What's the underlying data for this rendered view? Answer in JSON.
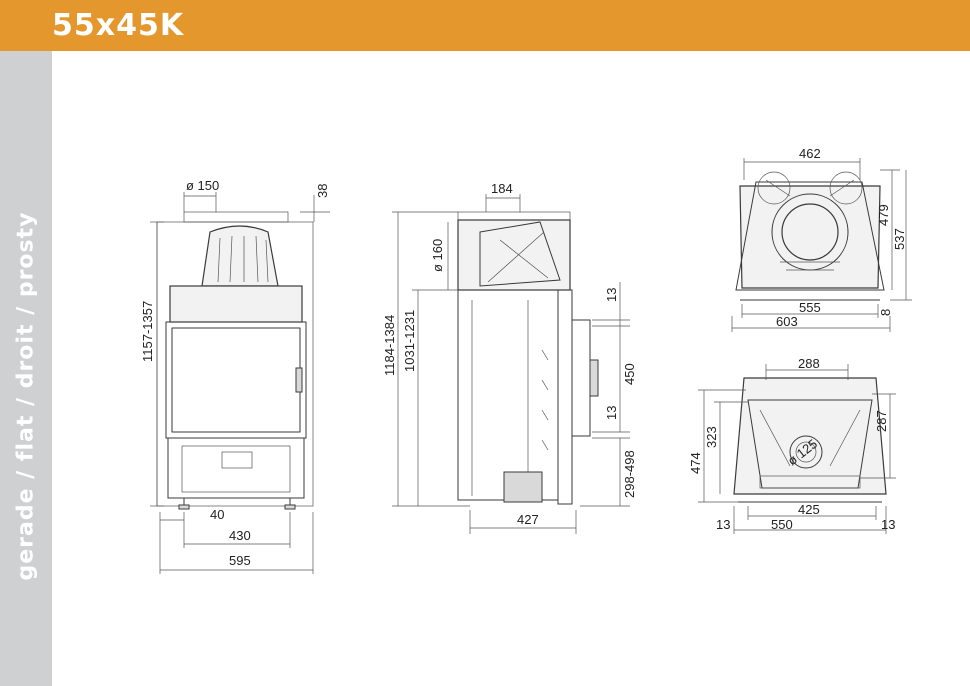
{
  "header": {
    "title": "55x45K",
    "color": "#e3972d"
  },
  "sidebar": {
    "label": "gerade / flat / droit / prosty",
    "color": "#cfd0d2"
  },
  "dimensions": {
    "front": {
      "flue": "ø 150",
      "top": "38",
      "height": "1157-1357",
      "feet": "40",
      "inner": "430",
      "width": "595"
    },
    "side": {
      "flue": "184",
      "flue_diam": "ø 160",
      "total": "1184-1384",
      "lower": "1031-1231",
      "d13a": "13",
      "d450": "450",
      "d13b": "13",
      "d298": "298-498",
      "depth": "427"
    },
    "top_view": {
      "w462": "462",
      "h479": "479",
      "h537": "537",
      "w555": "555",
      "w603": "603",
      "d8": "8"
    },
    "bottom_view": {
      "w288": "288",
      "h287": "287",
      "h323": "323",
      "h474": "474",
      "diam": "ø 125",
      "w425": "425",
      "w550": "550",
      "l13": "13",
      "r13": "13"
    }
  }
}
